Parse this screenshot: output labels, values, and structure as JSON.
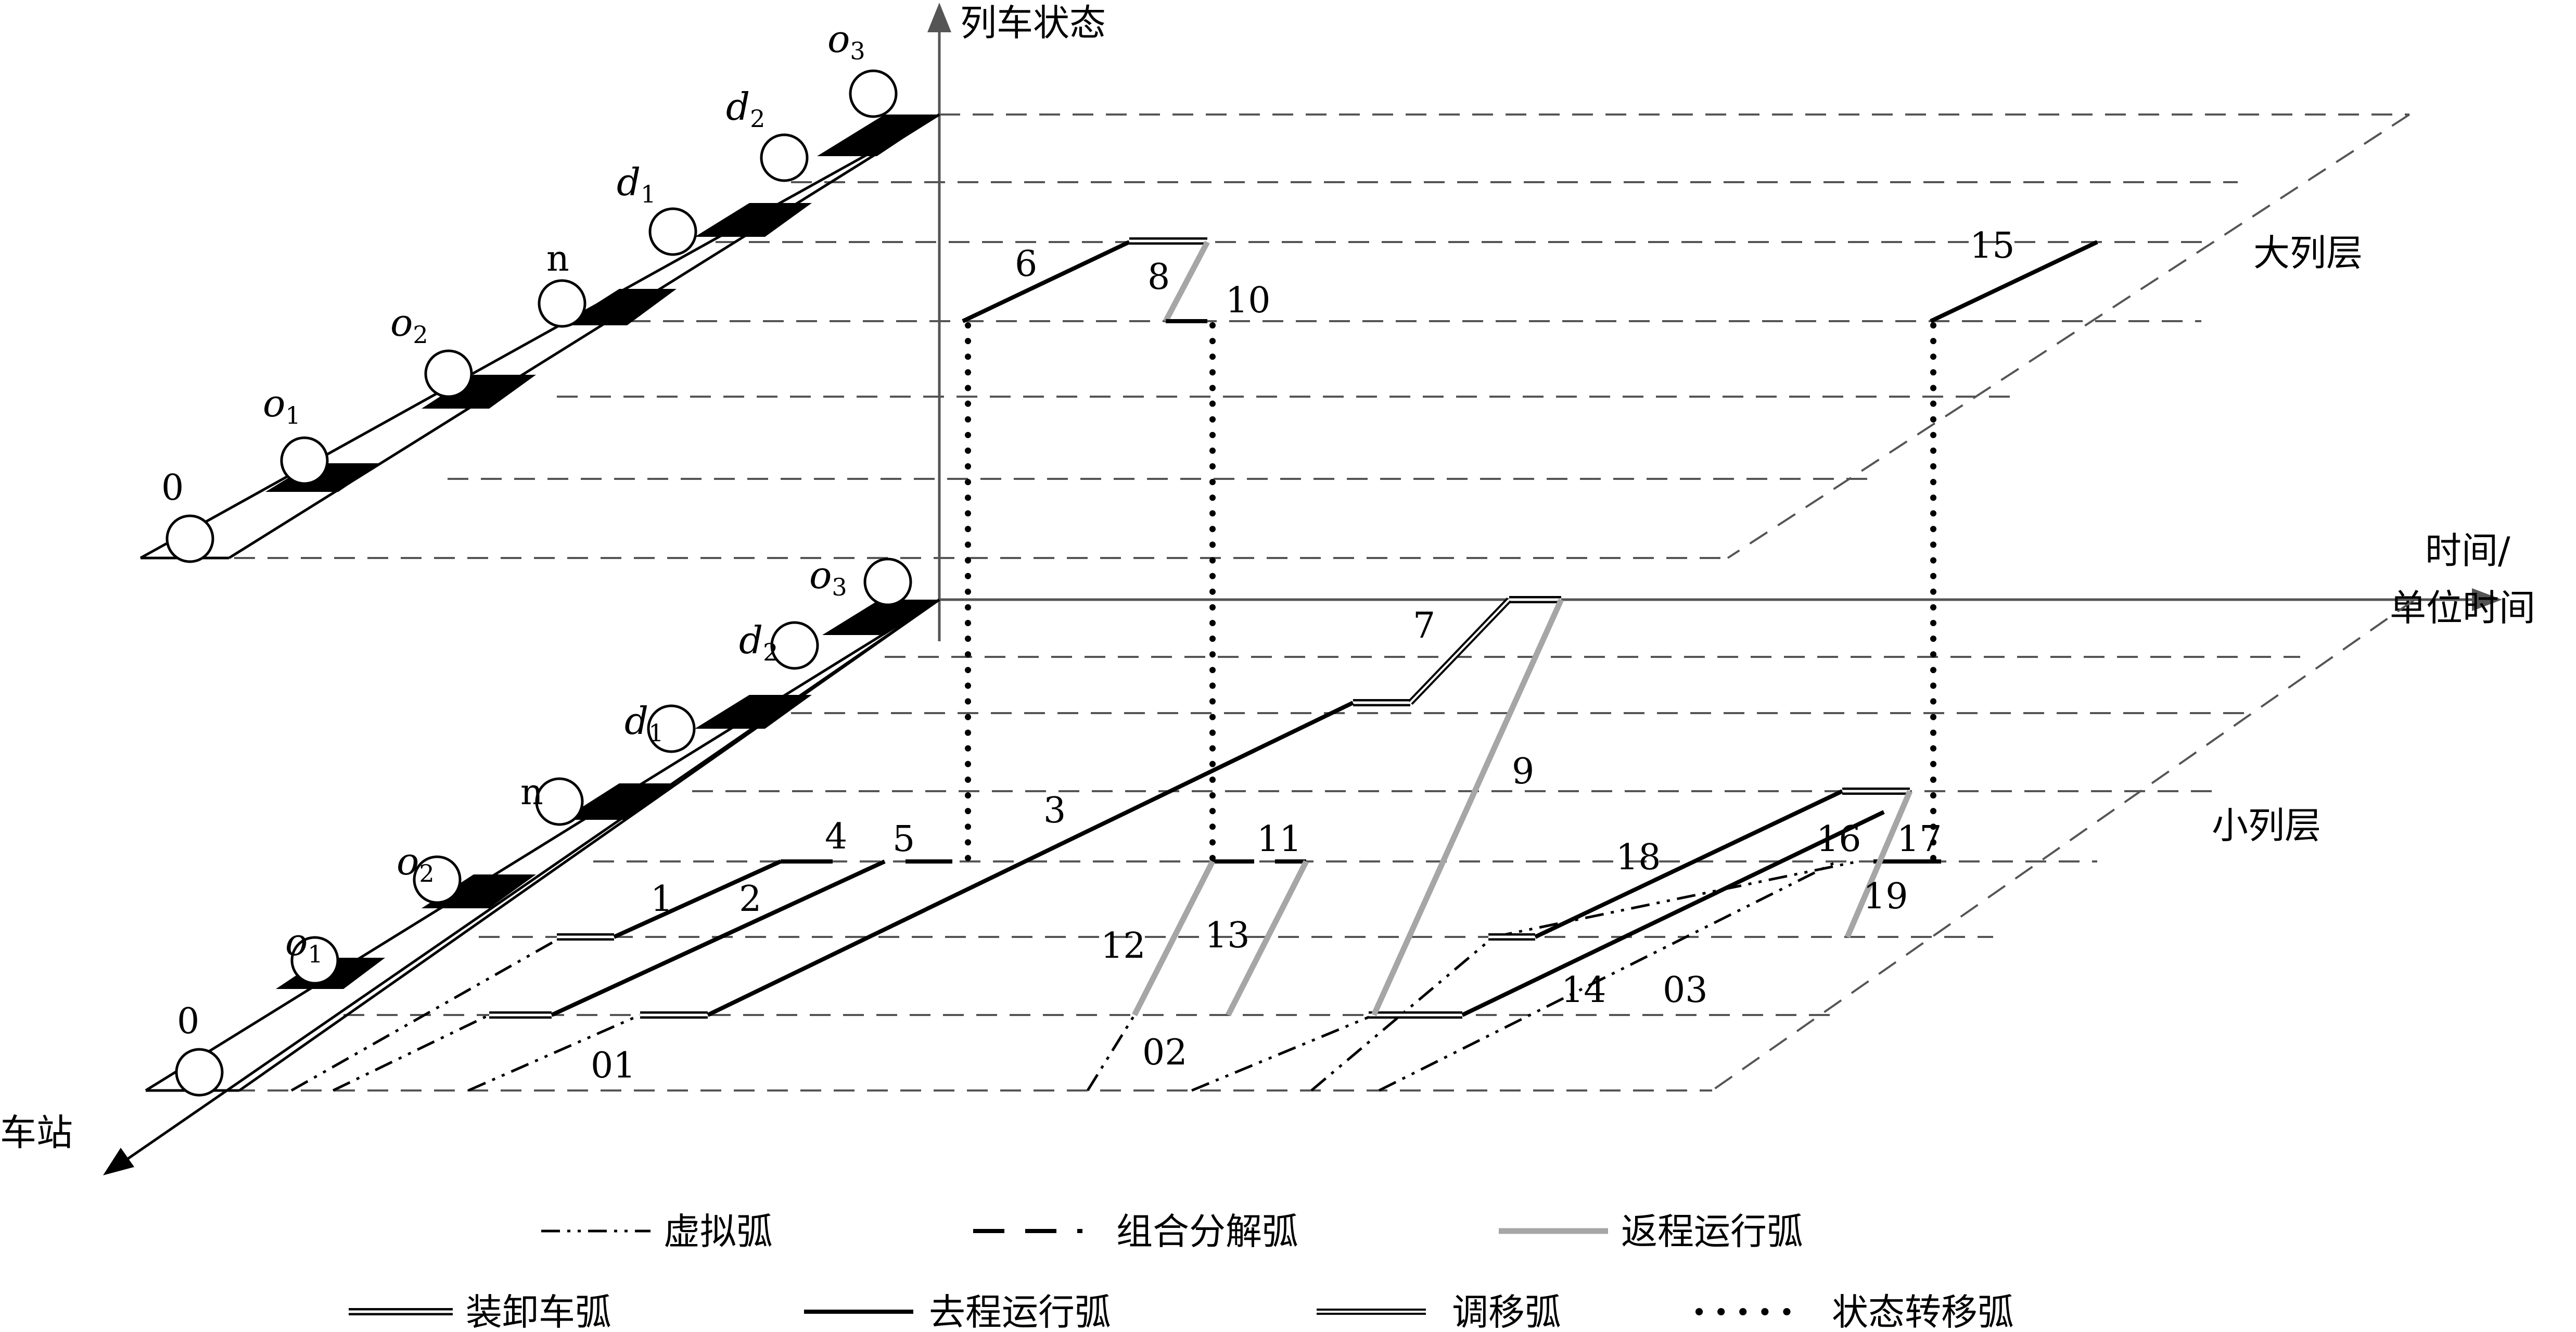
{
  "axes": {
    "y_label": "列车状态",
    "x_label_line1": "时间/",
    "x_label_line2": "单位时间",
    "z_label": "车站"
  },
  "layers": {
    "top": "大列层",
    "bottom": "小列层"
  },
  "stations": [
    {
      "base": "0",
      "sub": ""
    },
    {
      "base": "o",
      "sub": "1"
    },
    {
      "base": "o",
      "sub": "2"
    },
    {
      "base": "n",
      "sub": ""
    },
    {
      "base": "d",
      "sub": "1"
    },
    {
      "base": "d",
      "sub": "2"
    },
    {
      "base": "o",
      "sub": "3"
    }
  ],
  "arc_labels": {
    "a1": "1",
    "a2": "2",
    "a3": "3",
    "a4": "4",
    "a5": "5",
    "a6": "6",
    "a7": "7",
    "a8": "8",
    "a9": "9",
    "a10": "10",
    "a11": "11",
    "a12": "12",
    "a13": "13",
    "a14": "14",
    "a15": "15",
    "a16": "16",
    "a17": "17",
    "a18": "18",
    "a19": "19",
    "a01": "01",
    "a02": "02",
    "a03": "03"
  },
  "legend": {
    "virtual": "虚拟弧",
    "combine": "组合分解弧",
    "return": "返程运行弧",
    "loading": "装卸车弧",
    "outbound": "去程运行弧",
    "shunting": "调移弧",
    "transfer": "状态转移弧"
  },
  "colors": {
    "ink": "#000000",
    "grid": "#555555",
    "return_arc": "#a6a6a6"
  }
}
